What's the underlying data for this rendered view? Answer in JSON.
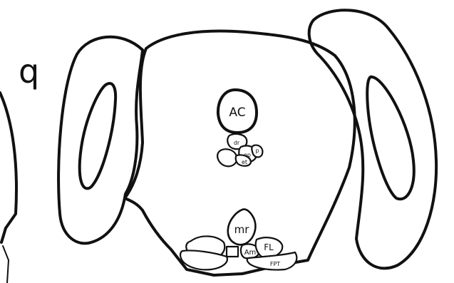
{
  "panel_letter": "q",
  "labels": {
    "ac": "AC",
    "dr": "dr",
    "p": "p",
    "ep": "ep",
    "et": "et",
    "mr": "mr",
    "am": "Am",
    "fl": "FL",
    "fpt": "FPT"
  },
  "colors": {
    "ink": "#111111",
    "paper": "#ffffff"
  }
}
